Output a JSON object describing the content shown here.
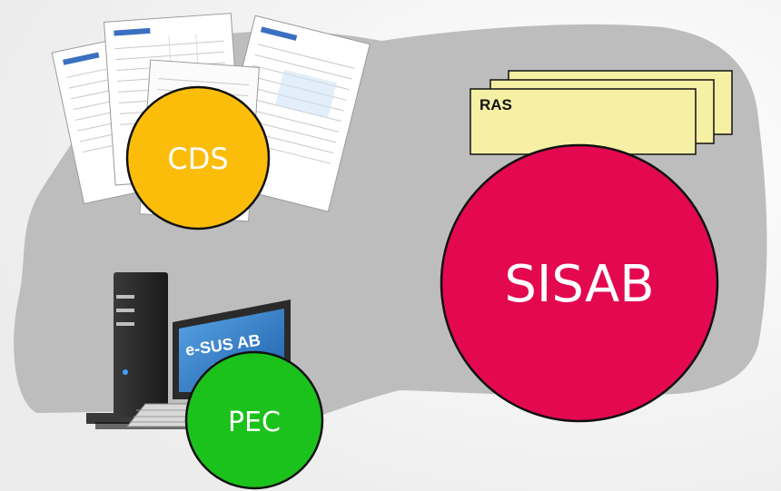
{
  "nodes": {
    "cds": {
      "label": "CDS"
    },
    "pec": {
      "label": "PEC"
    },
    "sisab": {
      "label": "SISAB"
    },
    "ras": {
      "label": "RAS"
    }
  },
  "computer": {
    "screen_text_line1": "e-SUS AB",
    "screen_text_line2": "PEC"
  },
  "colors": {
    "background": "#f4f4f4",
    "blob": "#bdbdbd",
    "cds_fill": "#fbbd0a",
    "pec_fill": "#1cc21c",
    "sisab_fill": "#e3084f",
    "ras_fill": "#f6f0a4",
    "node_stroke": "#111111"
  },
  "icons": {
    "forms": "paper-forms-icon",
    "computer": "desktop-computer-icon"
  }
}
